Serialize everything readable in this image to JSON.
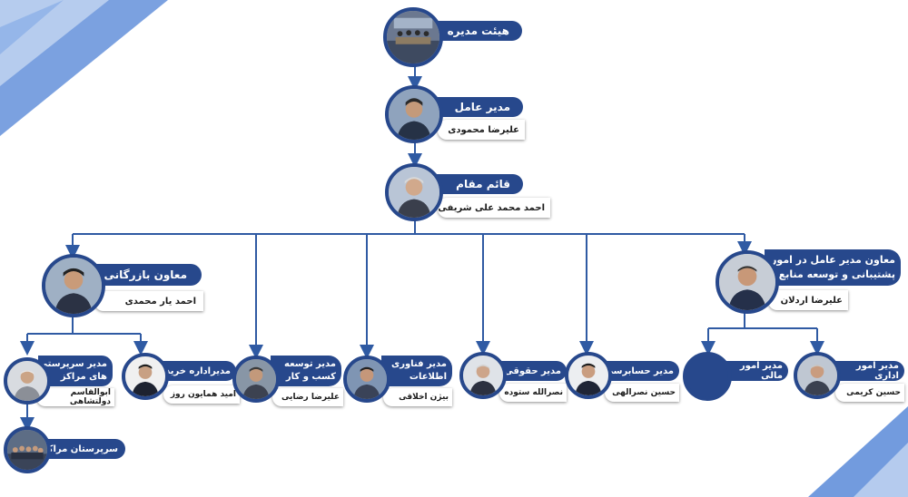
{
  "nodes": {
    "board": {
      "title": "هیئت مدیره"
    },
    "ceo": {
      "title": "مدیر عامل",
      "name": "علیرضا محمودی"
    },
    "deputy": {
      "title": "قائم مقام",
      "name": "احمد محمد علی شریفی"
    },
    "commerce": {
      "title": "معاون بازرگانی",
      "name": "احمد یار محمدی"
    },
    "support": {
      "title_line1": "معاون مدیر عامل در امور",
      "title_line2": "پشتیبانی و توسعه منابع",
      "name": "علیرضا اردلان"
    },
    "centers_supervisor": {
      "title_line1": "مدیر سرپرستی",
      "title_line2": "های مراکز",
      "name": "ابوالقاسم دولتشاهی"
    },
    "purchasing": {
      "title": "مدیراداره خرید",
      "name": "امید همایون روز"
    },
    "business_dev": {
      "title_line1": "مدیر توسعه",
      "title_line2": "کسب و کار",
      "name": "علیرضا رضایی"
    },
    "it": {
      "title_line1": "مدیر فناوری",
      "title_line2": "اطلاعات",
      "name": "بیژن اخلاقی"
    },
    "legal": {
      "title": "مدیر حقوقی",
      "name": "نصرالله ستوده"
    },
    "audit": {
      "title": "مدیر حسابرسی",
      "name": "حسین نصرالهی"
    },
    "finance": {
      "title": "مدیر امور مالی"
    },
    "admin": {
      "title": "مدیر امور اداری",
      "name": "حسین کریمی"
    },
    "center_supervisors": {
      "title": "سرپرستان مراکز"
    }
  },
  "colors": {
    "primary": "#27488c",
    "connector": "#2f5aa3",
    "deco_light": "#9fbbe6",
    "deco_mid": "#4f82d6"
  },
  "icons": {
    "avatar": "person-photo-icon",
    "group": "group-photo-icon",
    "meeting": "meeting-room-photo-icon"
  }
}
